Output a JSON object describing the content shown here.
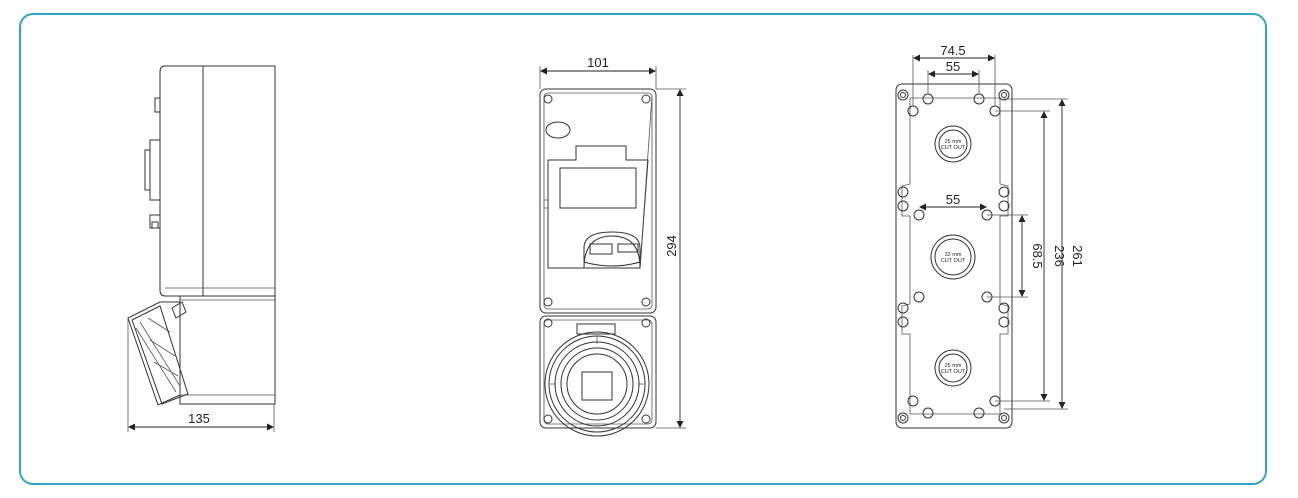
{
  "dimensions": {
    "side_depth": "135",
    "front_width": "101",
    "front_height": "294",
    "rear_top_outer": "74.5",
    "rear_top_inner": "55",
    "rear_mid_width": "55",
    "rear_mid_height": "68.5",
    "rear_inner_height": "236",
    "rear_outer_height": "261"
  },
  "cutouts": {
    "top_line1": "25 mm",
    "top_line2": "CUT OUT",
    "mid_line1": "32 mm",
    "mid_line2": "CUT OUT",
    "bot_line1": "25 mm",
    "bot_line2": "CUT OUT"
  },
  "colors": {
    "frame_border": "#2fa7c4",
    "line": "#333333"
  }
}
